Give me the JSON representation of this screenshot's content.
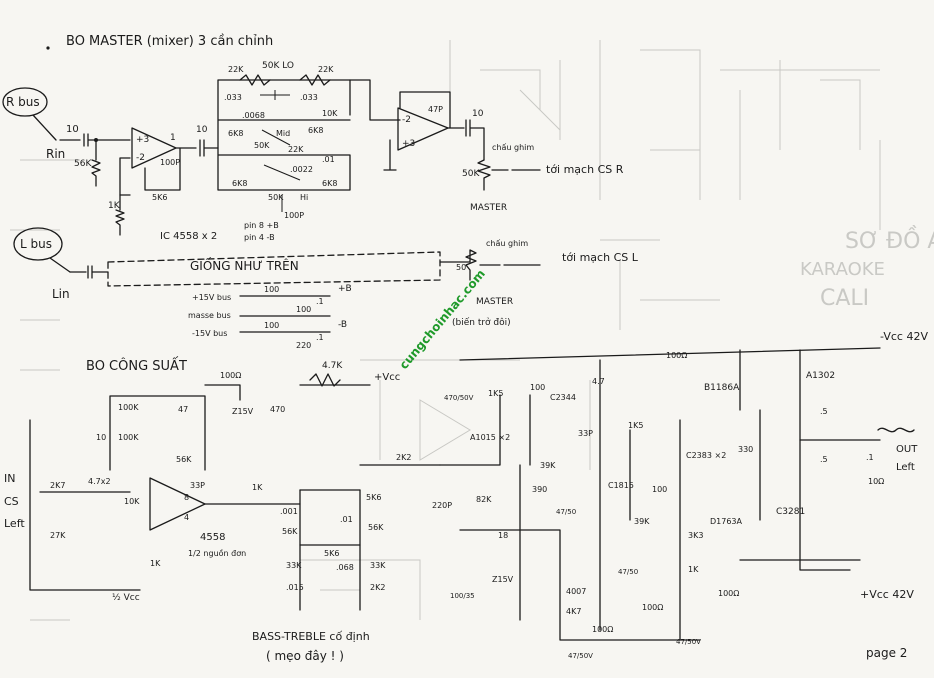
{
  "colors": {
    "ink": "#1b1b1b",
    "watermark": "#1f9a2a",
    "paper": "#f7f6f2",
    "bleed": "#c9c9c5"
  },
  "titles": {
    "master": "BO MASTER (mixer) 3 cần chỉnh",
    "power": "BO CÔNG SUẤT",
    "bass_treble": "BASS-TREBLE cố định",
    "tip": "( mẹo đây ! )",
    "page": "page 2"
  },
  "watermark": "cungchoinhac.com",
  "bleed_through": [
    "SƠ ĐỒ AMPLI",
    "KARAOKE",
    "CALI"
  ],
  "master_section": {
    "r_bus": "R bus",
    "l_bus": "L bus",
    "r_in": "Rin",
    "l_in": "Lin",
    "same_as_above": "GIỐNG NHƯ TRÊN",
    "ic_note": "IC 4558 x 2",
    "pin8": "pin 8 +B",
    "pin4": "pin 4 -B",
    "plug_r": "chấu ghim",
    "plug_l": "chấu ghim",
    "to_r": "tới mạch CS R",
    "to_l": "tới mạch CS L",
    "master_label": "MASTER",
    "master_label2": "MASTER",
    "vr_note": "(biến trở đôi)",
    "bus_15p": "+15V bus",
    "bus_gnd": "masse bus",
    "bus_15n": "-15V bus",
    "rail_pos": "+B",
    "rail_neg": "-B",
    "values": {
      "c_in": "10",
      "r_in": "56K",
      "r_fb": "5K6",
      "c_fb": "100P",
      "r_gnd": "1K",
      "c_out1": "10",
      "r_22k_a": "22K",
      "pot_lo": "50K LO",
      "r_22k_b": "22K",
      "c_033a": ".033",
      "c_033b": ".033",
      "r_10k": "10K",
      "c_0068": ".0068",
      "r_6k8_a": "6K8",
      "pot_mid": "Mid",
      "r_6k8_b": "6K8",
      "pot_50k_mid": "50K",
      "r_22k_c": "22K",
      "c_01": ".01",
      "c_0022": ".0022",
      "r_6k8_c": "6K8",
      "r_6k8_d": "6K8",
      "pot_hi": "Hi",
      "pot_50k_hi": "50K",
      "c_100p": "100P",
      "c_47p": "47P",
      "c_10_out": "10",
      "pot_master": "50K",
      "pot_master_l": "50",
      "bus_r1": "100",
      "bus_c1": ".1",
      "bus_c2": "100",
      "bus_r2": "100",
      "bus_c3": ".1",
      "bus_c4": "220",
      "op_p": "+3",
      "op_m": "-2",
      "op_1": "1",
      "op2_p": "+3",
      "op2_m": "-2"
    }
  },
  "power_section": {
    "vcc_label": "+Vcc",
    "vcc_neg_top": "-Vcc 42V",
    "vcc_pos_bottom": "+Vcc 42V",
    "half_vcc": "½ Vcc",
    "out_label": "OUT",
    "left_label": "Left",
    "in_label": "IN",
    "cs_label": "CS",
    "left_in": "Left",
    "ic_label": "4558",
    "ic_note": "1/2 nguồn đơn",
    "pin8": "8",
    "pin4": "4",
    "q_pair": "A1015\n×2",
    "q_c2344": "C2344",
    "q_b1186": "B1186A",
    "q_a1302": "A1302",
    "q_c2383": "C2383\n×2",
    "q_c1815": "C1815",
    "q_d1763": "D1763A",
    "q_c3281": "C3281",
    "values": {
      "r_100_top": "100Ω",
      "r_4k7": "4.7K",
      "r_100k_a": "100K",
      "r_100k_b": "100K",
      "c_47": "47",
      "c_10": "10",
      "z_15": "Z15V",
      "c_470": "470",
      "r_2k7": "2K7",
      "c_4_7x2": "4.7x2",
      "r_10k": "10K",
      "r_27k": "27K",
      "r_56k": "56K",
      "c_33p": "33P",
      "r_1k_a": "1K",
      "r_1k_b": "1K",
      "r_1k_c": "1K",
      "c_001": ".001",
      "r_56k_b": "56K",
      "r_33k_a": "33K",
      "c_015": ".015",
      "r_5k6_a": "5K6",
      "c_01": ".01",
      "r_56k_c": "56K",
      "r_5k6_b": "5K6",
      "c_068": ".068",
      "r_33k_b": "33K",
      "r_2k2_a": "2K2",
      "r_2k2_b": "2K2",
      "c_220p": "220P",
      "r_82k": "82K",
      "r_18": "18",
      "z_15b": "Z15V",
      "c_100_35": "100/35",
      "c_470_50": "470/50V",
      "r_1k5_a": "1K5",
      "r_100_b": "100",
      "r_4k7_b": "4.7",
      "c_33p_b": "33P",
      "r_39k_a": "39K",
      "r_390": "390",
      "c_47_50": "47/50",
      "r_1k5_b": "1K5",
      "r_100_c": "100",
      "r_39k_b": "39K",
      "r_3k3": "3K3",
      "r_1k_d": "1K",
      "c_47_50b": "47/50",
      "r_100_d": "100Ω",
      "r_330": "330",
      "r_05_a": ".5",
      "r_05_b": ".5",
      "c_1": ".1",
      "r_10_out": "10Ω",
      "r_100_e": "100Ω",
      "r_100_f": "100Ω",
      "c_47_50c": "47/50V",
      "c_47_50d": "47/50V",
      "d_4007": "4007",
      "r_4k7_c": "4K7",
      "r_100_top2": "100Ω"
    }
  }
}
